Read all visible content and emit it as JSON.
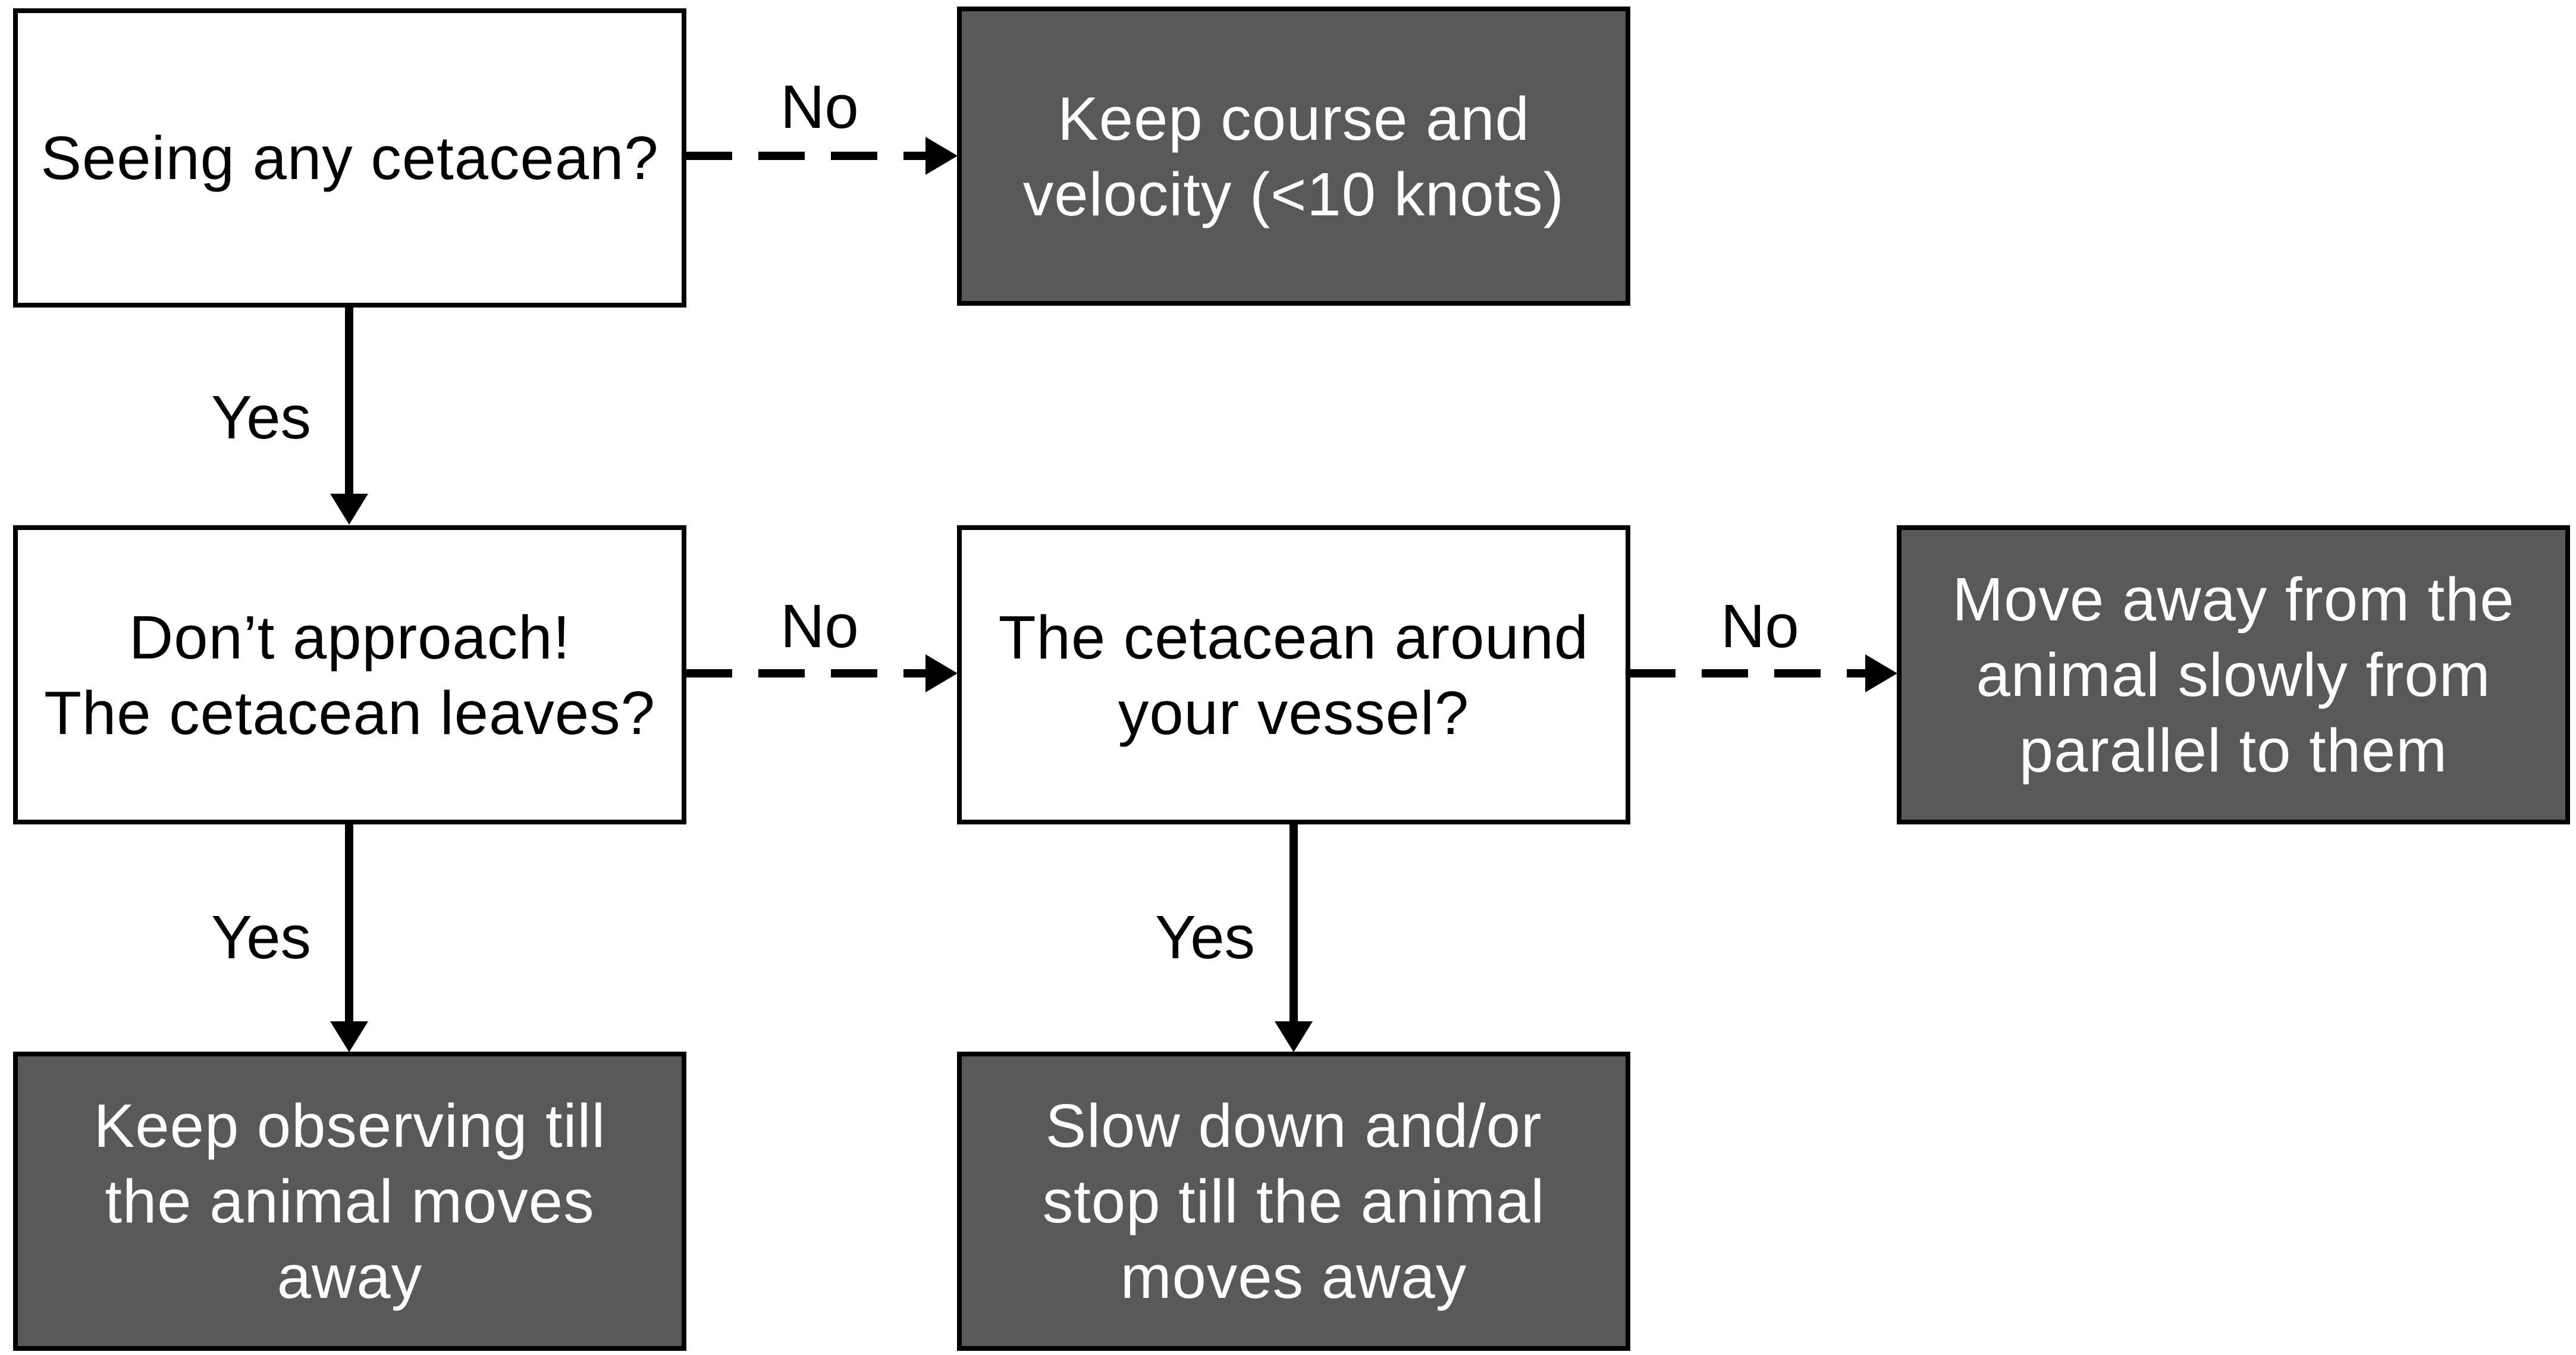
{
  "nodes": {
    "q_seeing": {
      "lines": [
        "Seeing any cetacean?"
      ],
      "kind": "question"
    },
    "a_keep_course": {
      "lines": [
        "Keep course and",
        "velocity (<10 knots)"
      ],
      "kind": "action"
    },
    "q_dont_approach": {
      "lines": [
        "Don’t approach!",
        "The cetacean leaves?"
      ],
      "kind": "question"
    },
    "q_around_vessel": {
      "lines": [
        "The cetacean around",
        "your vessel?"
      ],
      "kind": "question"
    },
    "a_move_away": {
      "lines": [
        "Move away from the",
        "animal slowly from",
        "parallel to them"
      ],
      "kind": "action"
    },
    "a_keep_observing": {
      "lines": [
        "Keep observing till",
        "the animal moves",
        "away"
      ],
      "kind": "action"
    },
    "a_slow_down": {
      "lines": [
        "Slow down and/or",
        "stop till the animal",
        "moves away"
      ],
      "kind": "action"
    }
  },
  "edges": [
    {
      "from": "q_seeing",
      "to": "a_keep_course",
      "label": "No",
      "style": "dashed"
    },
    {
      "from": "q_seeing",
      "to": "q_dont_approach",
      "label": "Yes",
      "style": "solid"
    },
    {
      "from": "q_dont_approach",
      "to": "q_around_vessel",
      "label": "No",
      "style": "dashed"
    },
    {
      "from": "q_around_vessel",
      "to": "a_move_away",
      "label": "No",
      "style": "dashed"
    },
    {
      "from": "q_dont_approach",
      "to": "a_keep_observing",
      "label": "Yes",
      "style": "solid"
    },
    {
      "from": "q_around_vessel",
      "to": "a_slow_down",
      "label": "Yes",
      "style": "solid"
    }
  ],
  "colors": {
    "question_fill": "#ffffff",
    "action_fill": "#595959",
    "action_text": "#ffffff",
    "stroke": "#000000"
  }
}
